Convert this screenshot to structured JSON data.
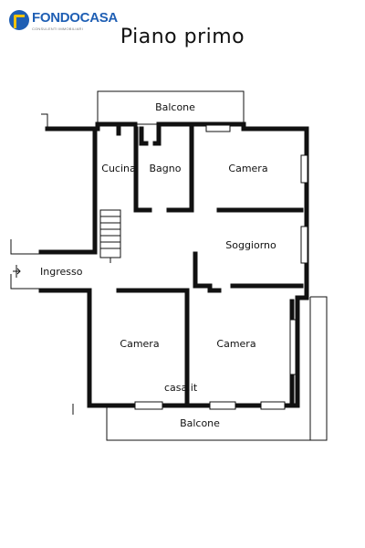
{
  "brand": {
    "name": "FONDOCASA",
    "tagline": "CONSULENTI IMMOBILIARI"
  },
  "title": "Piano primo",
  "rooms": {
    "balcone_top": "Balcone",
    "cucina": "Cucina",
    "bagno": "Bagno",
    "camera_1": "Camera",
    "soggiorno": "Soggiorno",
    "ingresso": "Ingresso",
    "camera_2": "Camera",
    "camera_3": "Camera",
    "balcone_bottom": "Balcone"
  },
  "watermark": "casa.it",
  "colors": {
    "brand_blue": "#1f5fb4",
    "brand_yellow": "#f2c200",
    "wall": "#111111"
  }
}
